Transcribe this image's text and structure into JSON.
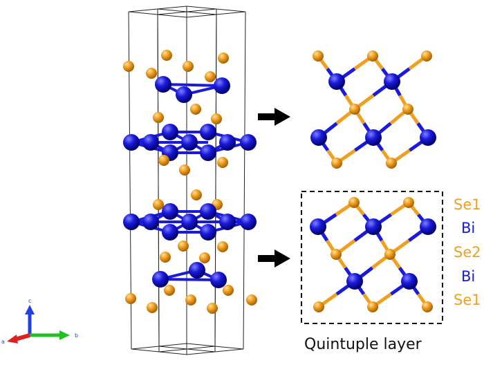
{
  "colors": {
    "se": "#f0a020",
    "bi": "#1a1adc",
    "bond_bi": "#1a1adc",
    "bond_se": "#f0a020",
    "cell": "#222222",
    "arrow": "#000000",
    "axis_a": "#e02020",
    "axis_b": "#20c020",
    "axis_c": "#2040e0"
  },
  "layer_labels": [
    "Se1",
    "Bi",
    "Se2",
    "Bi",
    "Se1"
  ],
  "caption": "Quintuple layer",
  "axes": {
    "a": "a",
    "b": "b",
    "c": "c"
  }
}
